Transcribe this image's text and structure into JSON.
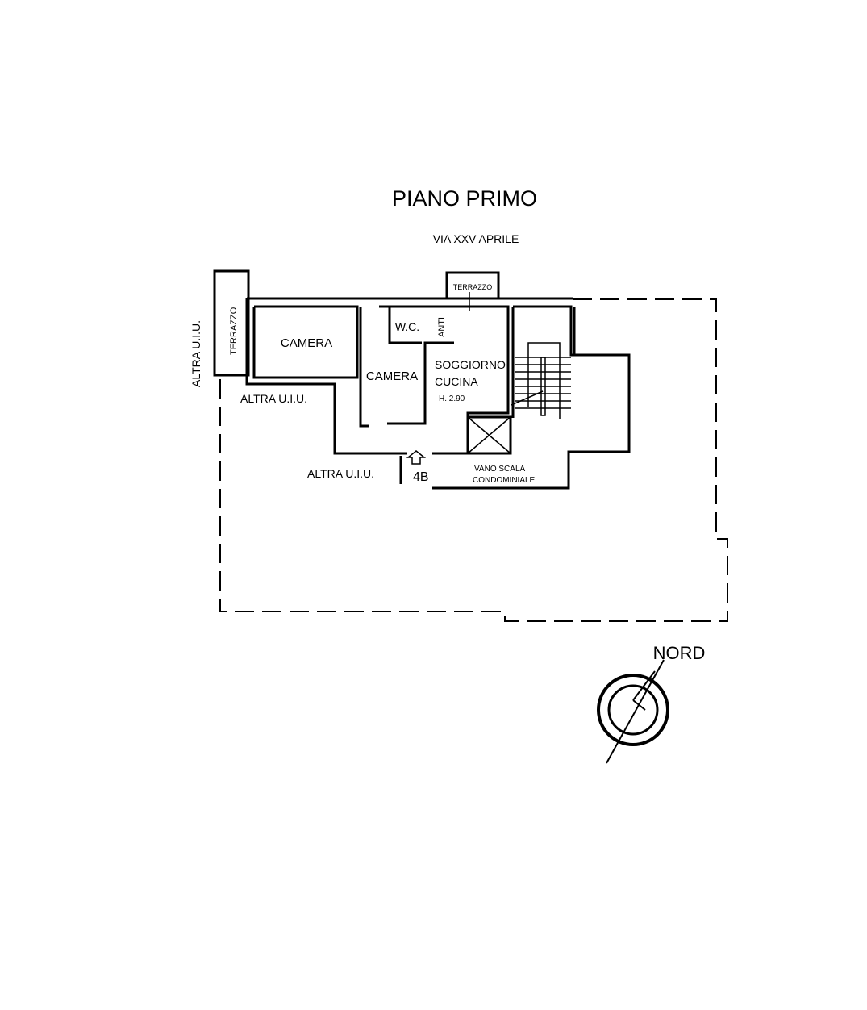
{
  "title": "PIANO PRIMO",
  "street": "VIA XXV APRILE",
  "rooms": {
    "terrazzo_left": "TERRAZZO",
    "terrazzo_top": "TERRAZZO",
    "camera_1": "CAMERA",
    "camera_2": "CAMERA",
    "wc": "W.C.",
    "anti": "ANTI",
    "soggiorno": "SOGGIORNO",
    "cucina": "CUCINA",
    "height": "H. 2.90",
    "vano_scala_1": "VANO SCALA",
    "vano_scala_2": "CONDOMINIALE",
    "unit_number": "4B"
  },
  "neighbors": {
    "left_vertical": "ALTRA U.I.U.",
    "left_inner": "ALTRA U.I.U.",
    "bottom": "ALTRA U.I.U."
  },
  "compass": {
    "label": "NORD"
  }
}
